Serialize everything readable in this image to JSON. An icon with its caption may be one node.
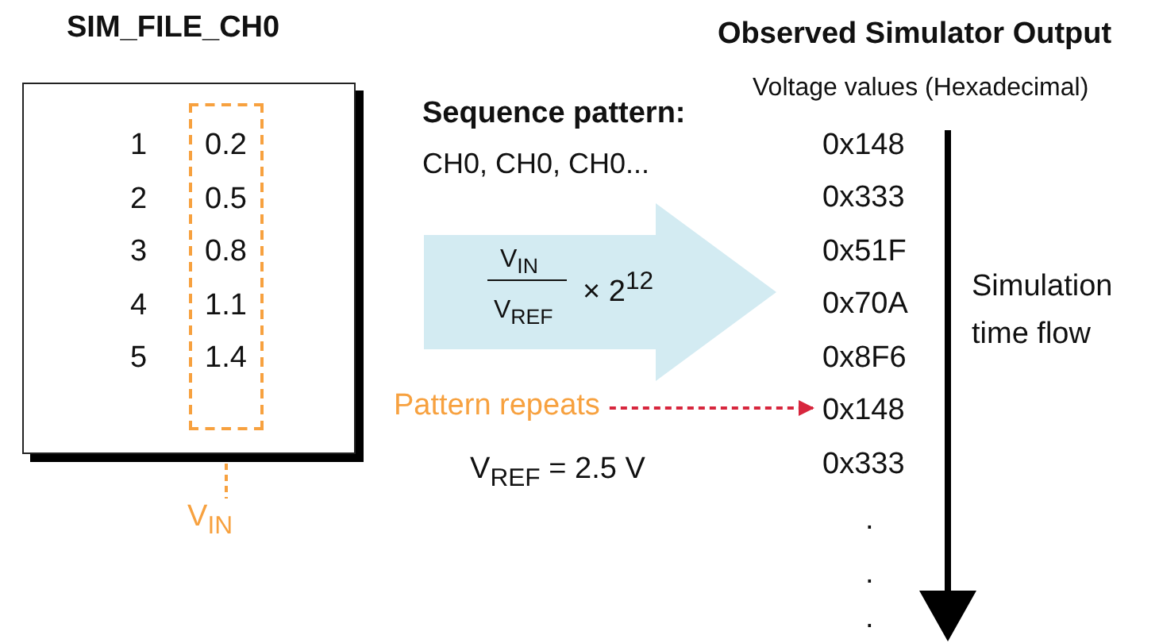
{
  "diagram": {
    "nodes": [
      {
        "text": [
          "SIM_FILE_CH0"
        ]
      },
      {
        "text": [
          "0.2",
          "0.5",
          "0.8",
          "1.1",
          "1.4"
        ],
        "in": 0
      },
      {
        "text": [
          "V$_{IN}$"
        ]
      },
      {
        "text": [
          "V$_{IN}$",
          "V$_{REF}$",
          "× 2$^{12}$"
        ]
      },
      {
        "text": [
          "Pattern repeats"
        ]
      },
      {
        "text": [
          "0x148"
        ]
      }
    ],
    "edges": [
      {
        "from": 1,
        "to": 2,
        "arrow": "none",
        "style": "dashed",
        "color": "#f7a13f"
      },
      {
        "from": 4,
        "to": 5,
        "arrow": "to",
        "style": "dashed",
        "color": "#d7263d"
      }
    ],
    "labels": [
      "Sequence pattern:",
      "CH0, CH0, CH0...",
      "Observed Simulator Output",
      "Voltage values (Hexadecimal)",
      "1",
      "2",
      "3",
      "4",
      "5",
      "0x148",
      "0x333",
      "0x51F",
      "0x70A",
      "0x8F6",
      "Simulation time flow",
      "V$_{REF}$ = 2.5 V",
      "0x333",
      ".",
      ".",
      "."
    ]
  }
}
